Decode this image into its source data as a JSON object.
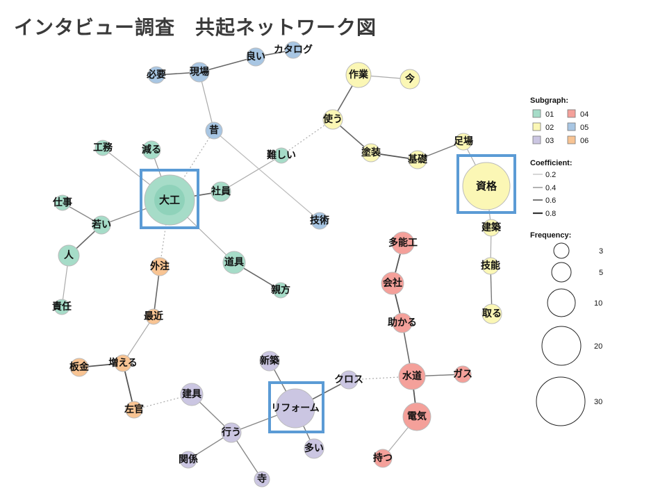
{
  "title": "インタビュー調査　共起ネットワーク図",
  "legend": {
    "subgraph_title": "Subgraph:",
    "subgraphs": [
      {
        "id": "01",
        "color": "#a6dcc8"
      },
      {
        "id": "04",
        "color": "#f4a09a"
      },
      {
        "id": "02",
        "color": "#fbf7b5"
      },
      {
        "id": "05",
        "color": "#a8c6e3"
      },
      {
        "id": "03",
        "color": "#cbc6e2"
      },
      {
        "id": "06",
        "color": "#f8c493"
      }
    ],
    "coefficient_title": "Coefficient:",
    "coefficients": [
      "0.2",
      "0.4",
      "0.6",
      "0.8"
    ],
    "frequency_title": "Frequency:",
    "frequencies": [
      "3",
      "5",
      "10",
      "20",
      "30"
    ]
  },
  "nodes": {
    "daiku": "大工",
    "heru": "減る",
    "koumu": "工務",
    "shigoto": "仕事",
    "wakai": "若い",
    "hito": "人",
    "sekinin": "責任",
    "shain": "社員",
    "dougu": "道具",
    "oyakata": "親方",
    "hitsuyou": "必要",
    "genba": "現場",
    "yoi": "良い",
    "catalog": "カタログ",
    "mukashi": "昔",
    "gijutsu": "技術",
    "sagyou": "作業",
    "ima": "今",
    "tsukau": "使う",
    "muzukashii": "難しい",
    "tosou": "塗装",
    "kiso": "基礎",
    "ashiba": "足場",
    "shikaku": "資格",
    "kenchiku": "建築",
    "ginou": "技能",
    "toru": "取る",
    "tanoukou": "多能工",
    "kaisha": "会社",
    "tasukaru": "助かる",
    "suidou": "水道",
    "gas": "ガス",
    "denki": "電気",
    "motsu": "持つ",
    "cross": "クロス",
    "reform": "リフォーム",
    "ooi": "多い",
    "shinchiku": "新築",
    "kengu": "建具",
    "okonau": "行う",
    "kankei": "関係",
    "tera": "寺",
    "gaichuu": "外注",
    "saikin": "最近",
    "fueru": "増える",
    "bankin": "板金",
    "sakan": "左官"
  }
}
